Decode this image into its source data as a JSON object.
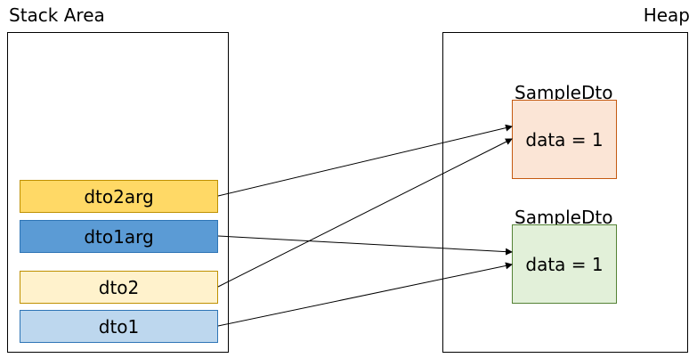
{
  "stack": {
    "title": "Stack Area",
    "slots": [
      {
        "label": "dto2arg",
        "fill": "#FFD966",
        "stroke": "#BF9000"
      },
      {
        "label": "dto1arg",
        "fill": "#5B9BD5",
        "stroke": "#2E75B6"
      },
      {
        "label": "dto2",
        "fill": "#FFF2CC",
        "stroke": "#BF9000"
      },
      {
        "label": "dto1",
        "fill": "#BDD7EE",
        "stroke": "#2E75B6"
      }
    ]
  },
  "heap": {
    "title": "Heap",
    "objects": [
      {
        "class_name": "SampleDto",
        "content": "data = 1",
        "fill": "#FBE5D6",
        "stroke": "#C55A11"
      },
      {
        "class_name": "SampleDto",
        "content": "data = 1",
        "fill": "#E2F0D9",
        "stroke": "#548235"
      }
    ]
  },
  "references": [
    {
      "from": "dto2arg",
      "to_object": 0
    },
    {
      "from": "dto2",
      "to_object": 0
    },
    {
      "from": "dto1arg",
      "to_object": 1
    },
    {
      "from": "dto1",
      "to_object": 1
    }
  ]
}
